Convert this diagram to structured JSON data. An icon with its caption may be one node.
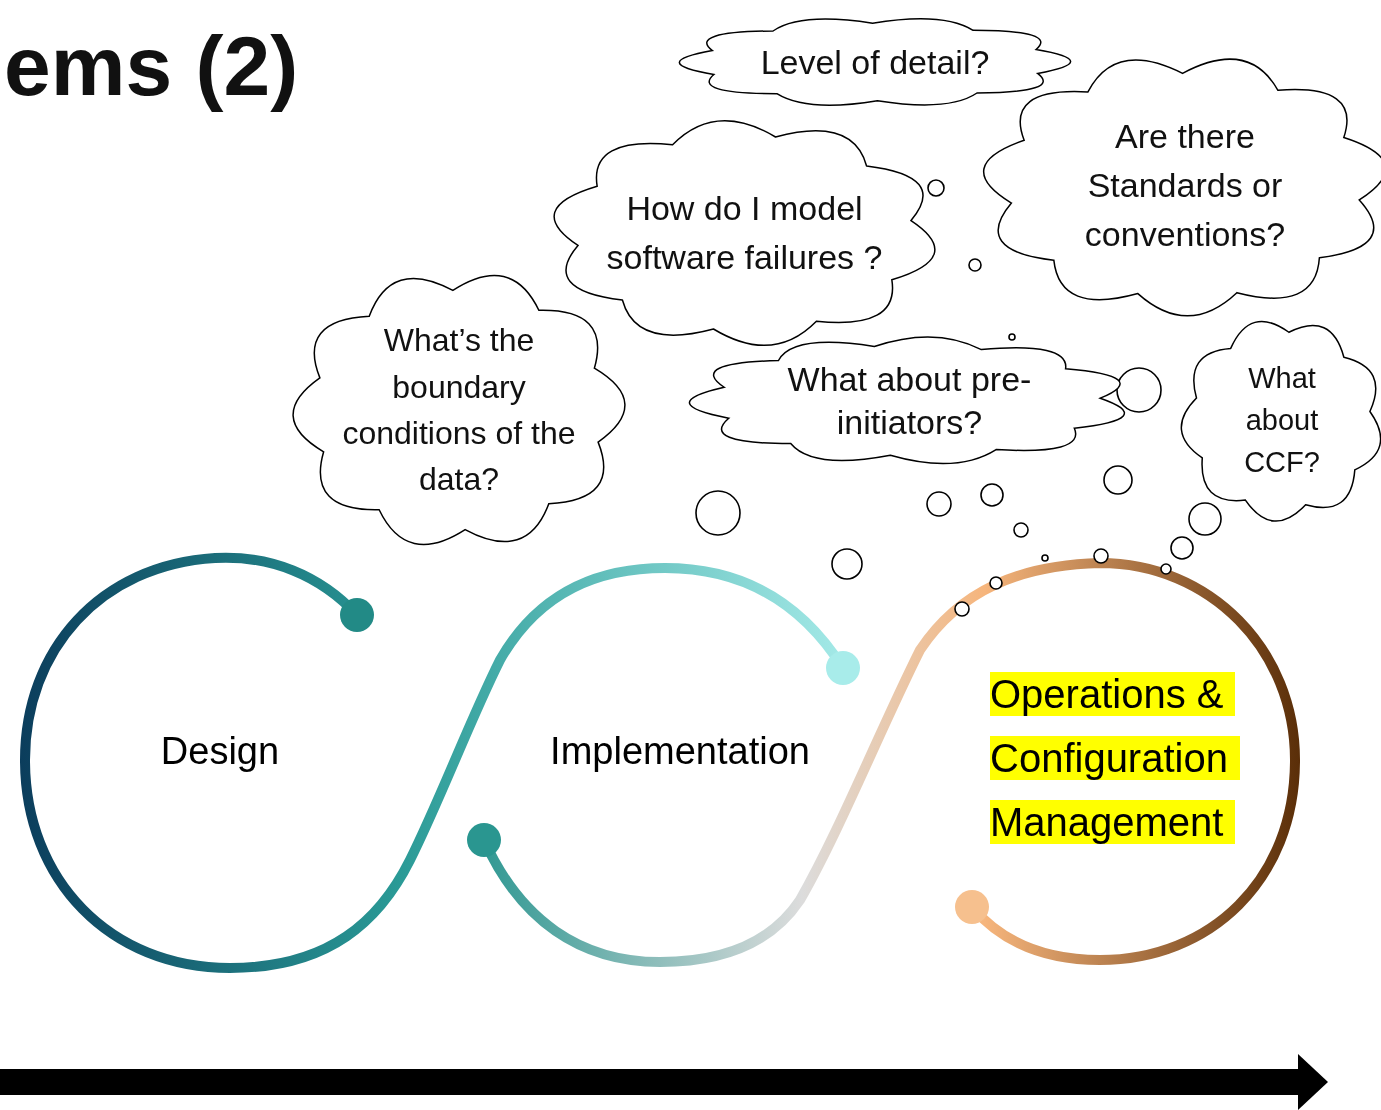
{
  "diagram": {
    "title": "ems (2)",
    "nodes": [
      {
        "text": [
          "Level of detail?"
        ]
      },
      {
        "text": [
          "How do I model software failures ?"
        ]
      },
      {
        "text": [
          "Are there Standards or conventions?"
        ]
      },
      {
        "text": [
          "What’s the boundary conditions of the data?"
        ]
      },
      {
        "text": [
          "What about pre-initiators?"
        ]
      },
      {
        "text": [
          "What about CCF?"
        ]
      },
      {
        "text": [
          "Design"
        ]
      },
      {
        "text": [
          "Implementation"
        ]
      },
      {
        "text": [
          "Operations & Configuration Management"
        ]
      }
    ]
  }
}
